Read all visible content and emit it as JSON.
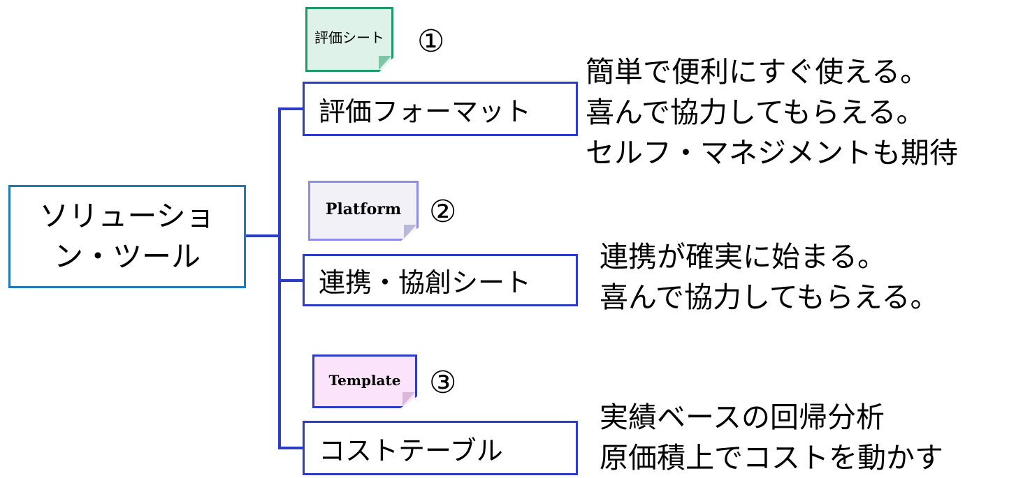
{
  "root": {
    "lines": [
      "ソリューショ",
      "ン・ツール"
    ]
  },
  "branches": [
    {
      "card": "評価シート",
      "number": "①",
      "label": "評価フォーマット",
      "desc": [
        "簡単で便利にすぐ使える。",
        "喜んで協力してもらえる。",
        "セルフ・マネジメントも期待"
      ]
    },
    {
      "card": "Platform",
      "number": "②",
      "label": "連携・協創シート",
      "desc": [
        "連携が確実に始まる。",
        "喜んで協力してもらえる。"
      ]
    },
    {
      "card": "Template",
      "number": "③",
      "label": "コストテーブル",
      "desc": [
        "実績ベースの回帰分析",
        "原価積上でコストを動かす"
      ]
    }
  ],
  "colors": {
    "root_border": "#1f7ab8",
    "branch_border": "#2c3cc8",
    "connector": "#2c3cc8",
    "card1_fill": "#dff2ea",
    "card2_fill": "#f1f1f7",
    "card3_fill": "#fbe4fb"
  },
  "icons": [
    "document-card-icon",
    "document-card-icon",
    "document-card-icon"
  ]
}
